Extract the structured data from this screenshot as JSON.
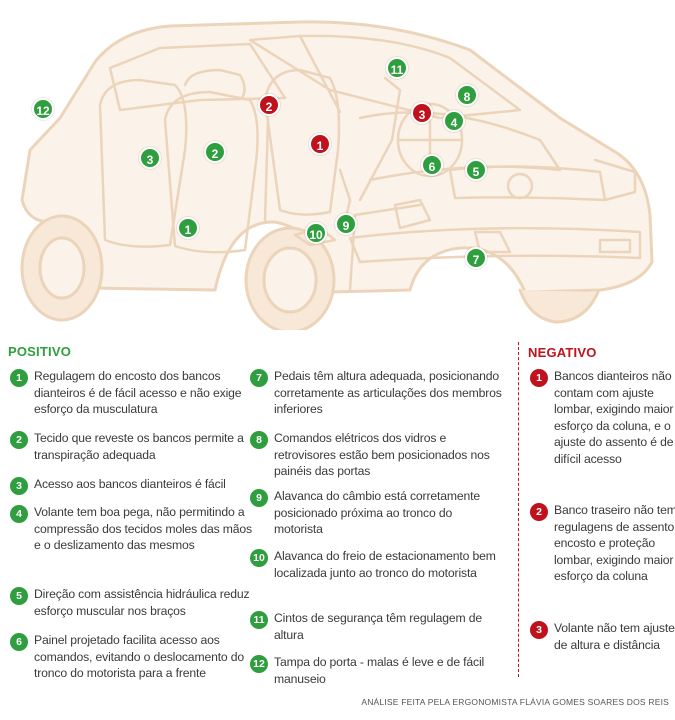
{
  "markers": [
    {
      "label": "12",
      "type": "pos"
    },
    {
      "label": "3",
      "type": "pos"
    },
    {
      "label": "2",
      "type": "pos"
    },
    {
      "label": "1",
      "type": "pos"
    },
    {
      "label": "2",
      "type": "neg"
    },
    {
      "label": "1",
      "type": "neg"
    },
    {
      "label": "11",
      "type": "pos"
    },
    {
      "label": "3",
      "type": "neg"
    },
    {
      "label": "8",
      "type": "pos"
    },
    {
      "label": "4",
      "type": "pos"
    },
    {
      "label": "6",
      "type": "pos"
    },
    {
      "label": "5",
      "type": "pos"
    },
    {
      "label": "10",
      "type": "pos"
    },
    {
      "label": "9",
      "type": "pos"
    },
    {
      "label": "7",
      "type": "pos"
    }
  ],
  "positivo": {
    "title": "POSITIVO",
    "items": [
      {
        "num": "1",
        "text": "Regulagem do encosto dos bancos dianteiros é de fácil acesso e não exige esforço da musculatura"
      },
      {
        "num": "2",
        "text": "Tecido que reveste os bancos permite a transpiração adequada"
      },
      {
        "num": "3",
        "text": "Acesso aos bancos dianteiros é fácil"
      },
      {
        "num": "4",
        "text": "Volante tem boa pega, não permitindo a compressão dos tecidos moles das mãos e o deslizamento das mesmos"
      },
      {
        "num": "5",
        "text": "Direção com assistência hidráulica reduz esforço muscular nos braços"
      },
      {
        "num": "6",
        "text": "Painel projetado facilita acesso aos comandos, evitando o deslocamento do tronco do motorista para a frente"
      },
      {
        "num": "7",
        "text": "Pedais têm altura adequada, posicionando corretamente as articulações dos membros inferiores"
      },
      {
        "num": "8",
        "text": "Comandos elétricos dos vidros e retrovisores estão bem posicionados nos painéis das portas"
      },
      {
        "num": "9",
        "text": "Alavanca do câmbio está corretamente posicionado próxima ao tronco do motorista"
      },
      {
        "num": "10",
        "text": "Alavanca do freio de estacionamento bem localizada junto ao tronco do motorista"
      },
      {
        "num": "11",
        "text": "Cintos de segurança têm regulagem de altura"
      },
      {
        "num": "12",
        "text": "Tampa do porta - malas é leve e de fácil manuseio"
      }
    ]
  },
  "negativo": {
    "title": "NEGATIVO",
    "items": [
      {
        "num": "1",
        "text": "Bancos dianteiros não contam com ajuste lombar, exigindo maior esforço da coluna, e o ajuste do assento é de difícil acesso"
      },
      {
        "num": "2",
        "text": "Banco traseiro não tem regulagens de assento, encosto e proteção lombar, exigindo maior esforço da coluna"
      },
      {
        "num": "3",
        "text": "Volante não tem ajuste de altura e distância"
      }
    ]
  },
  "credit": "ANÁLISE FEITA PELA ERGONOMISTA FLÁVIA GOMES SOARES DOS REIS",
  "colors": {
    "positive": "#2e9e3f",
    "negative": "#c0121c",
    "car_line": "#eed9c2",
    "car_fill": "#fbf3ea"
  }
}
